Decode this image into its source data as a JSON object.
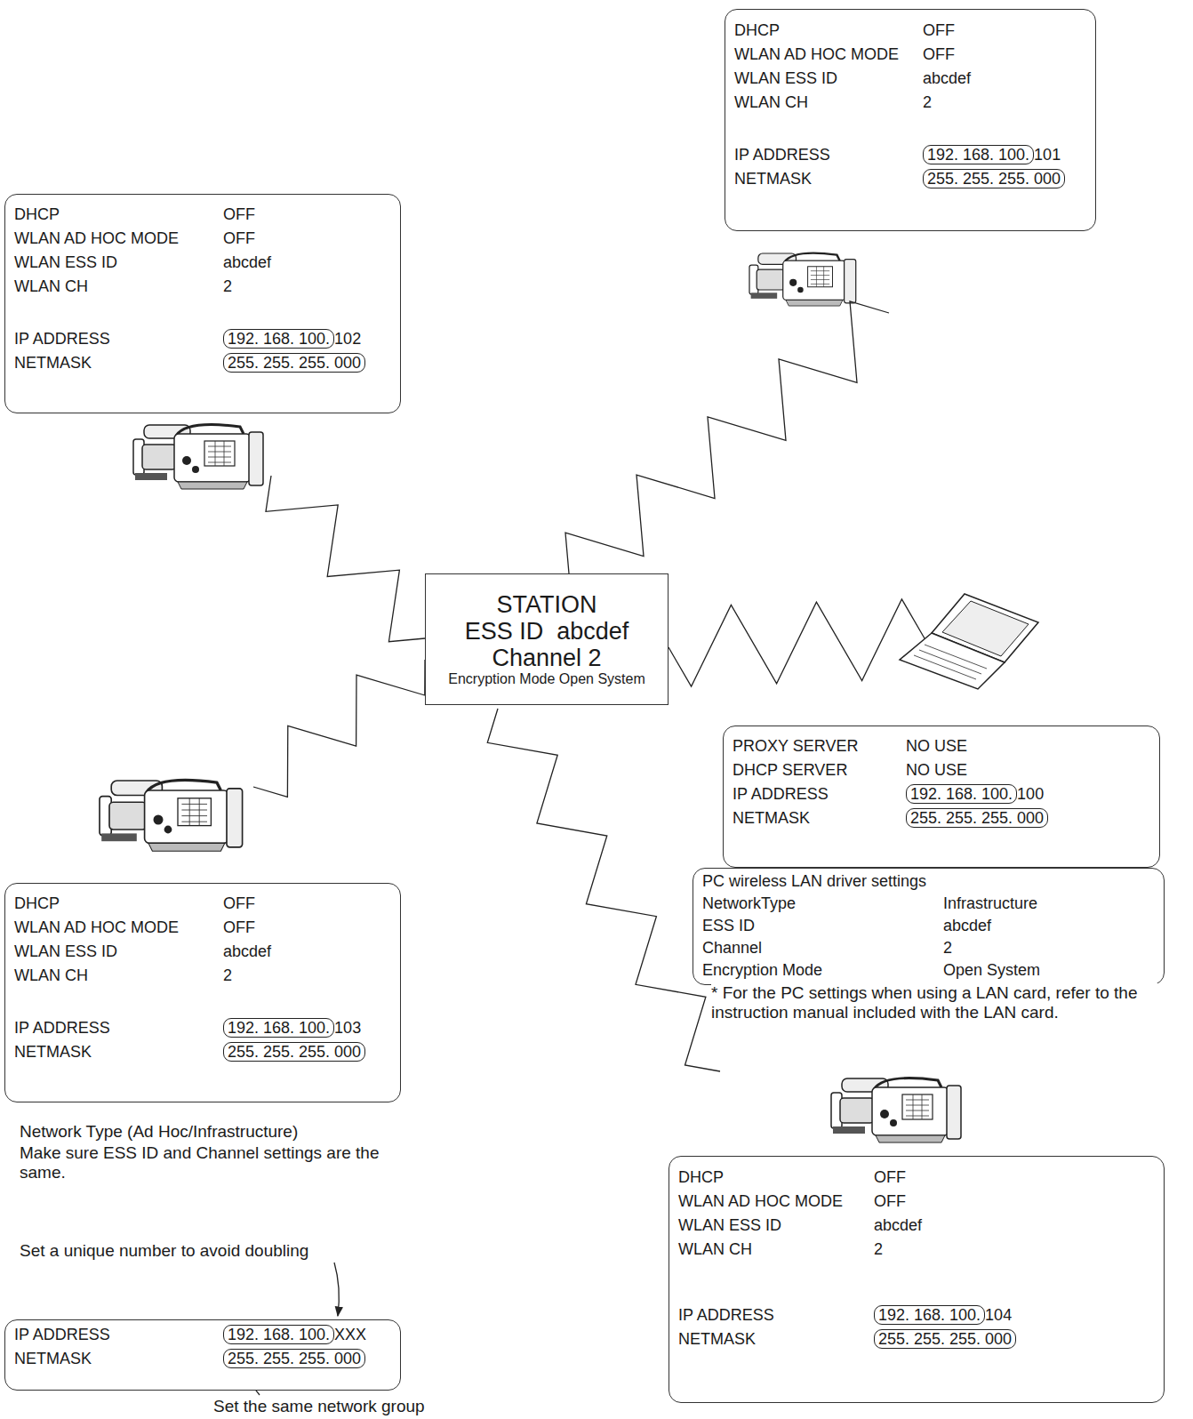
{
  "diagram": {
    "nodes": [
      {
        "text": [
          "DHCP",
          "OFF",
          "WLAN AD HOC MODE",
          "OFF",
          "WLAN ESS ID",
          "abcdef",
          "WLAN CH",
          "2",
          "IP ADDRESS",
          "192. 168. 100.",
          "101",
          "NETMASK",
          "255. 255. 255. 000"
        ]
      },
      {
        "text": [
          "DHCP",
          "OFF",
          "WLAN AD HOC MODE",
          "OFF",
          "WLAN ESS ID",
          "abcdef",
          "WLAN CH",
          "2",
          "IP ADDRESS",
          "192. 168. 100.",
          "102",
          "NETMASK",
          "255. 255. 255. 000"
        ]
      },
      {
        "text": [
          "STATION",
          "ESS ID  abcdef",
          "Channel 2",
          "Encryption Mode Open System"
        ]
      },
      {
        "text": [
          "PROXY SERVER",
          "NO USE",
          "DHCP SERVER",
          "NO USE",
          "IP ADDRESS",
          "192. 168. 100.",
          "100",
          "NETMASK",
          "255. 255. 255. 000"
        ]
      },
      {
        "text": [
          "PC wireless LAN driver settings",
          "NetworkType",
          "Infrastructure",
          "ESS ID",
          "abcdef",
          "Channel",
          "2",
          "Encryption Mode",
          "Open System"
        ]
      },
      {
        "text": [
          "DHCP",
          "OFF",
          "WLAN AD HOC MODE",
          "OFF",
          "WLAN ESS ID",
          "abcdef",
          "WLAN CH",
          "2",
          "IP ADDRESS",
          "192. 168. 100.",
          "103",
          "NETMASK",
          "255. 255. 255. 000"
        ]
      },
      {
        "text": [
          "DHCP",
          "OFF",
          "WLAN AD HOC MODE",
          "OFF",
          "WLAN ESS ID",
          "abcdef",
          "WLAN CH",
          "2",
          "IP ADDRESS",
          "192. 168. 100.",
          "104",
          "NETMASK",
          "255. 255. 255. 000"
        ]
      },
      {
        "text": [
          "IP ADDRESS",
          "192. 168. 100.",
          "XXX",
          "NETMASK",
          "255. 255. 255. 000"
        ]
      }
    ],
    "labels": [
      "* For the PC settings when using a LAN card, refer to the instruction manual included with the LAN card.",
      "Network Type (Ad Hoc/Infrastructure)",
      "Make sure ESS ID and Channel settings are the same.",
      "Set a unique number to avoid doubling",
      "Set the same network group"
    ]
  }
}
